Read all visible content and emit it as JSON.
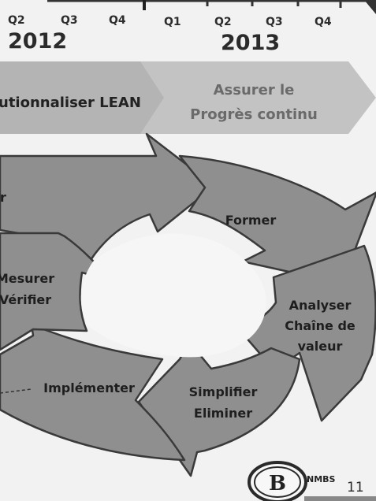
{
  "timeline": {
    "quarters_2012": [
      "Q2",
      "Q3",
      "Q4"
    ],
    "year_2012": "2012",
    "quarters_2013": [
      "Q1",
      "Q2",
      "Q3",
      "Q4"
    ],
    "year_2013": "2013"
  },
  "phases": {
    "left_label": "utionnaliser LEAN",
    "right_line1": "Assurer le",
    "right_line2": "Progrès continu"
  },
  "cycle": {
    "partial_top_label": "r",
    "former": "Former",
    "analyser_line1": "Analyser",
    "analyser_line2": "Chaîne de",
    "analyser_line3": "valeur",
    "simplifier_line1": "Simplifier",
    "simplifier_line2": "Eliminer",
    "implementer": "Implémenter",
    "mesurer_line1": "Mesurer",
    "mesurer_line2": "Vérifier"
  },
  "footer": {
    "logo_letter": "B",
    "logo_text": "NMBS",
    "page_number": "11"
  },
  "colors": {
    "background": "#f2f2f2",
    "bar_left": "#b4b4b4",
    "bar_right": "#c3c3c3",
    "segment_fill": "#8f8f8f",
    "segment_stroke": "#3a3a3a",
    "text_dark": "#1e1e1e",
    "text_muted": "#6a6a6a"
  }
}
